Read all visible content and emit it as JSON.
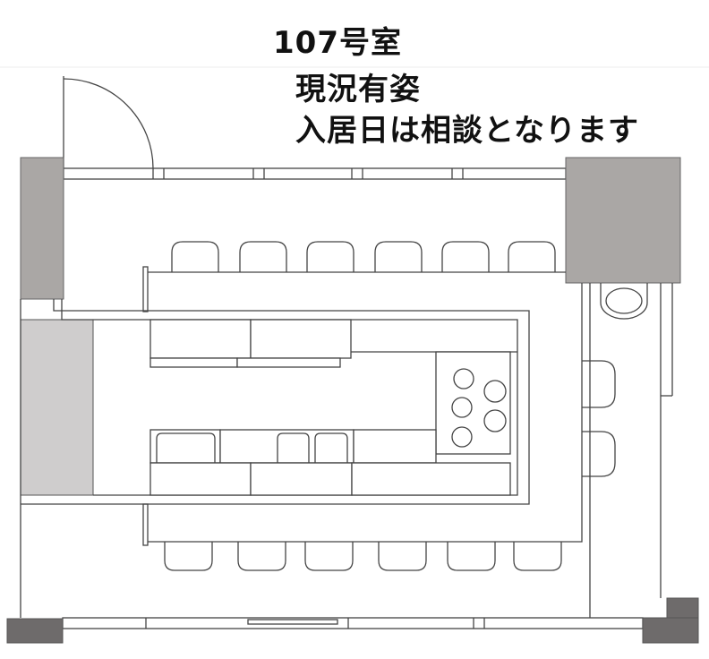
{
  "header": {
    "room": "107号室",
    "condition": "現況有姿",
    "move_in": "入居日は相談となります"
  },
  "colors": {
    "pillar": "#aaa7a5",
    "panel": "#cfcdcd",
    "corner": "#6e6b6b"
  }
}
